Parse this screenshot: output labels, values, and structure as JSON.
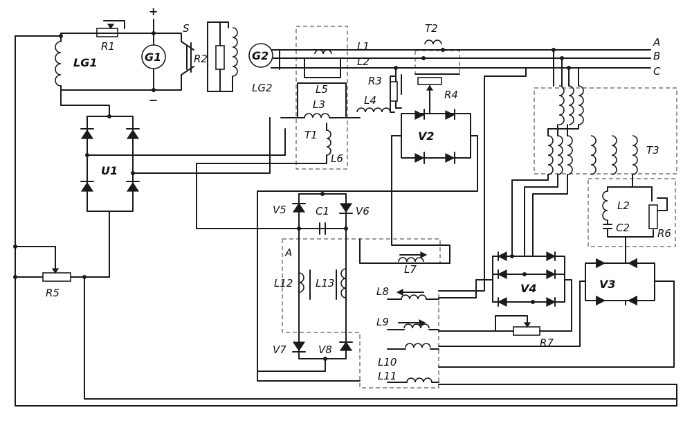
{
  "labels": {
    "plus": "+",
    "minus": "−",
    "R1": "R1",
    "G1": "G1",
    "LG1": "LG1",
    "S": "S",
    "R2": "R2",
    "G2": "G2",
    "LG2": "LG2",
    "L1": "L1",
    "L2bus": "L2",
    "T2": "T2",
    "R3": "R3",
    "R4": "R4",
    "L4": "L4",
    "L5": "L5",
    "L3": "L3",
    "T1": "T1",
    "L6": "L6",
    "V2": "V2",
    "U1": "U1",
    "phase_A": "A",
    "phase_B": "B",
    "phase_C": "C",
    "T3": "T3",
    "L2": "L2",
    "C2": "C2",
    "R6": "R6",
    "V5": "V5",
    "C1": "C1",
    "V6": "V6",
    "A": "A",
    "L12": "L12",
    "L13": "L13",
    "V7": "V7",
    "V8": "V8",
    "L7": "L7",
    "L8": "L8",
    "L9": "L9",
    "L10": "L10",
    "L11": "L11",
    "V4": "V4",
    "V3": "V3",
    "R7": "R7",
    "R5": "R5"
  }
}
